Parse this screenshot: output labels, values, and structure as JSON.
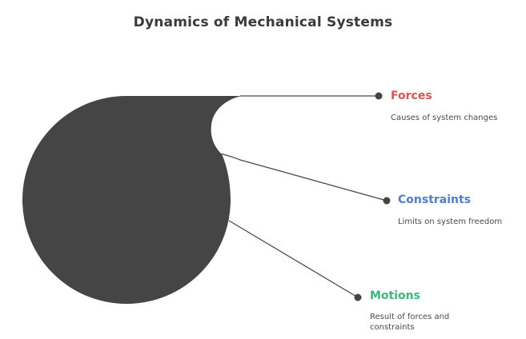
{
  "title": "Dynamics of Mechanical Systems",
  "items": [
    {
      "label": "Forces",
      "description": "Causes of system changes",
      "color": "#d9534f"
    },
    {
      "label": "Constraints",
      "description": "Limits on system freedom",
      "color": "#4a7fd8"
    },
    {
      "label": "Motions",
      "description": "Result of forces and constraints",
      "color": "#3cb878"
    }
  ],
  "shape_color": "#454545",
  "line_color": "#4a4a4a"
}
